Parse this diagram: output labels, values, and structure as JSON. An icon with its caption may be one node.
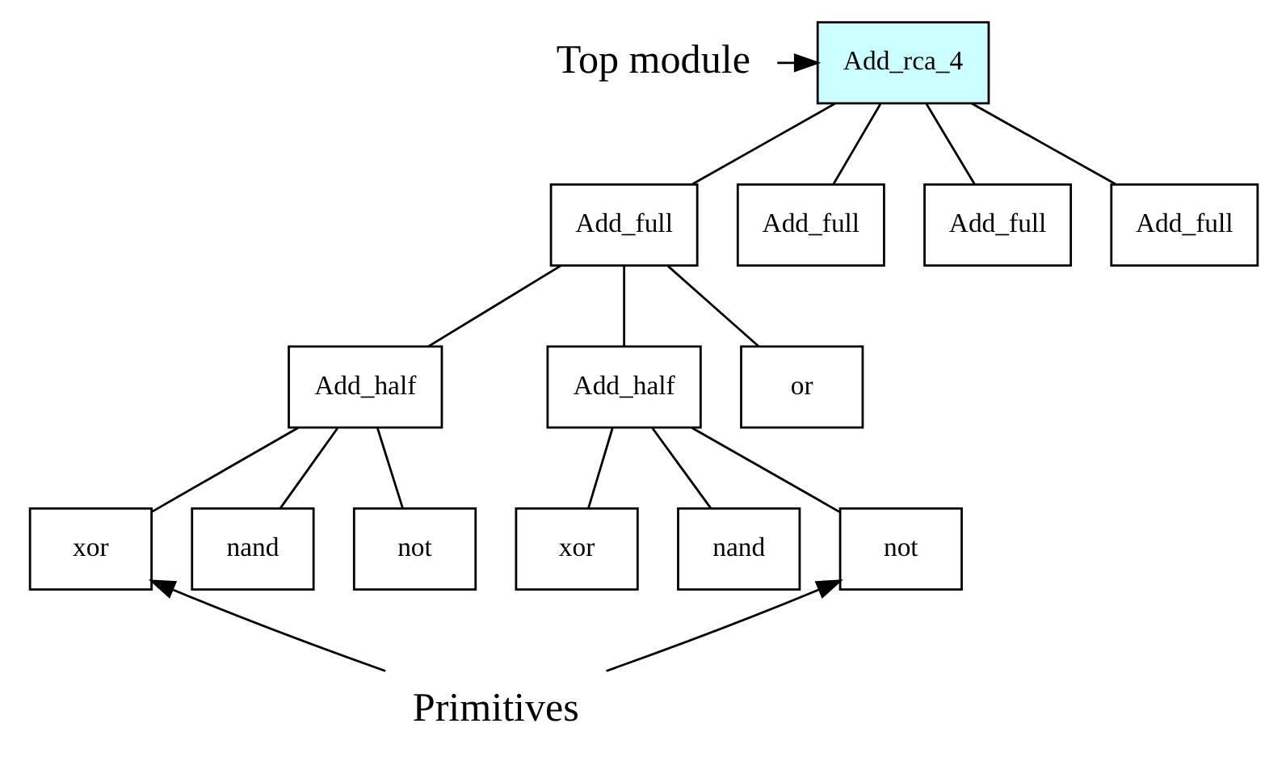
{
  "diagram": {
    "nodes": [
      {
        "text": [
          "Top module"
        ]
      },
      {
        "text": [
          "Add_rca_4"
        ]
      },
      {
        "text": [
          "Add_full"
        ]
      },
      {
        "text": [
          "Add_full"
        ]
      },
      {
        "text": [
          "Add_full"
        ]
      },
      {
        "text": [
          "Add_full"
        ]
      },
      {
        "text": [
          "Add_half"
        ]
      },
      {
        "text": [
          "Add_half"
        ]
      },
      {
        "text": [
          "or"
        ]
      },
      {
        "text": [
          "xor"
        ]
      },
      {
        "text": [
          "nand"
        ]
      },
      {
        "text": [
          "not"
        ]
      },
      {
        "text": [
          "xor"
        ]
      },
      {
        "text": [
          "nand"
        ]
      },
      {
        "text": [
          "not"
        ]
      },
      {
        "text": [
          "Primitives"
        ]
      }
    ],
    "edges": [
      {
        "from": 0,
        "to": 1,
        "arrow": "to"
      },
      {
        "from": 1,
        "to": 2,
        "arrow": "none"
      },
      {
        "from": 1,
        "to": 3,
        "arrow": "none"
      },
      {
        "from": 1,
        "to": 4,
        "arrow": "none"
      },
      {
        "from": 1,
        "to": 5,
        "arrow": "none"
      },
      {
        "from": 2,
        "to": 6,
        "arrow": "none"
      },
      {
        "from": 2,
        "to": 7,
        "arrow": "none"
      },
      {
        "from": 2,
        "to": 8,
        "arrow": "none"
      },
      {
        "from": 6,
        "to": 9,
        "arrow": "none"
      },
      {
        "from": 6,
        "to": 10,
        "arrow": "none"
      },
      {
        "from": 6,
        "to": 11,
        "arrow": "none"
      },
      {
        "from": 7,
        "to": 12,
        "arrow": "none"
      },
      {
        "from": 7,
        "to": 13,
        "arrow": "none"
      },
      {
        "from": 7,
        "to": 14,
        "arrow": "none"
      },
      {
        "from": 15,
        "to": 9,
        "arrow": "to"
      },
      {
        "from": 15,
        "to": 14,
        "arrow": "to"
      }
    ]
  }
}
